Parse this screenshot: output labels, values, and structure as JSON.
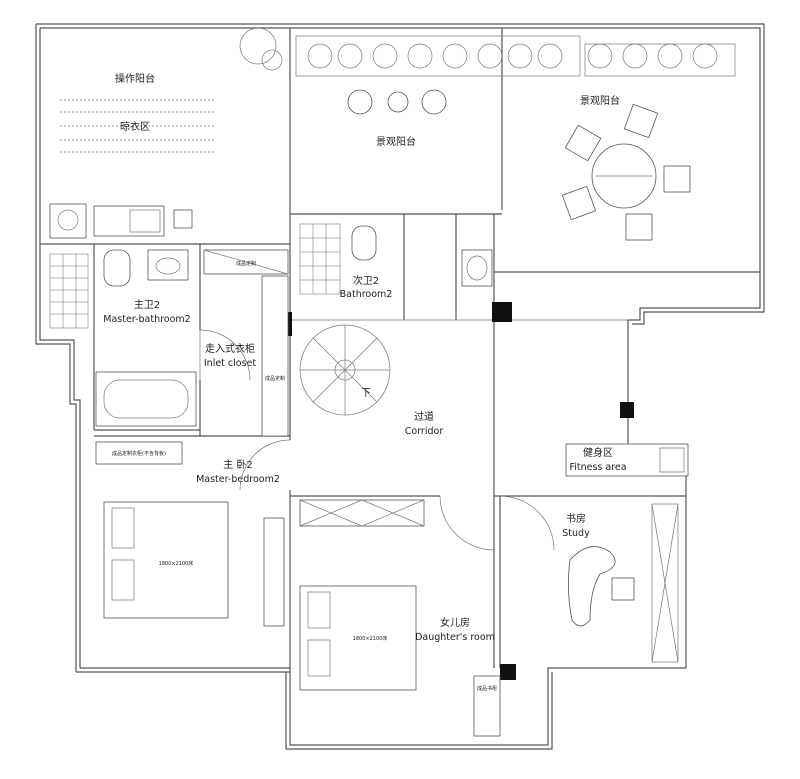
{
  "rooms": {
    "service_balcony": {
      "zh": "操作阳台"
    },
    "drying_area": {
      "zh": "晾衣区"
    },
    "view_balcony_mid": {
      "zh": "景观阳台"
    },
    "view_balcony_right": {
      "zh": "景观阳台"
    },
    "master_bath": {
      "zh": "主卫2",
      "en": "Master-bathroom2"
    },
    "second_bath": {
      "zh": "次卫2",
      "en": "Bathroom2"
    },
    "walkin": {
      "zh": "走入式衣柜",
      "en": "Inlet closet"
    },
    "corridor": {
      "zh": "过道",
      "en": "Corridor"
    },
    "fitness": {
      "zh": "健身区",
      "en": "Fitness area"
    },
    "master_bed": {
      "zh": "主 卧2",
      "en": "Master-bedroom2"
    },
    "daughter": {
      "zh": "女儿房",
      "en": "Daughter's room"
    },
    "study": {
      "zh": "书房",
      "en": "Study"
    }
  },
  "small_notes": {
    "wardrobe_top": "成品定制",
    "wardrobe_side": "成品定制",
    "master_wardrobe": "成品定制衣柜(不含背板)",
    "daughter_wardrobe": "成品书柜",
    "stair_down": "下"
  },
  "beds": {
    "master": "1800×2100床",
    "daughter": "1800×2100床"
  }
}
